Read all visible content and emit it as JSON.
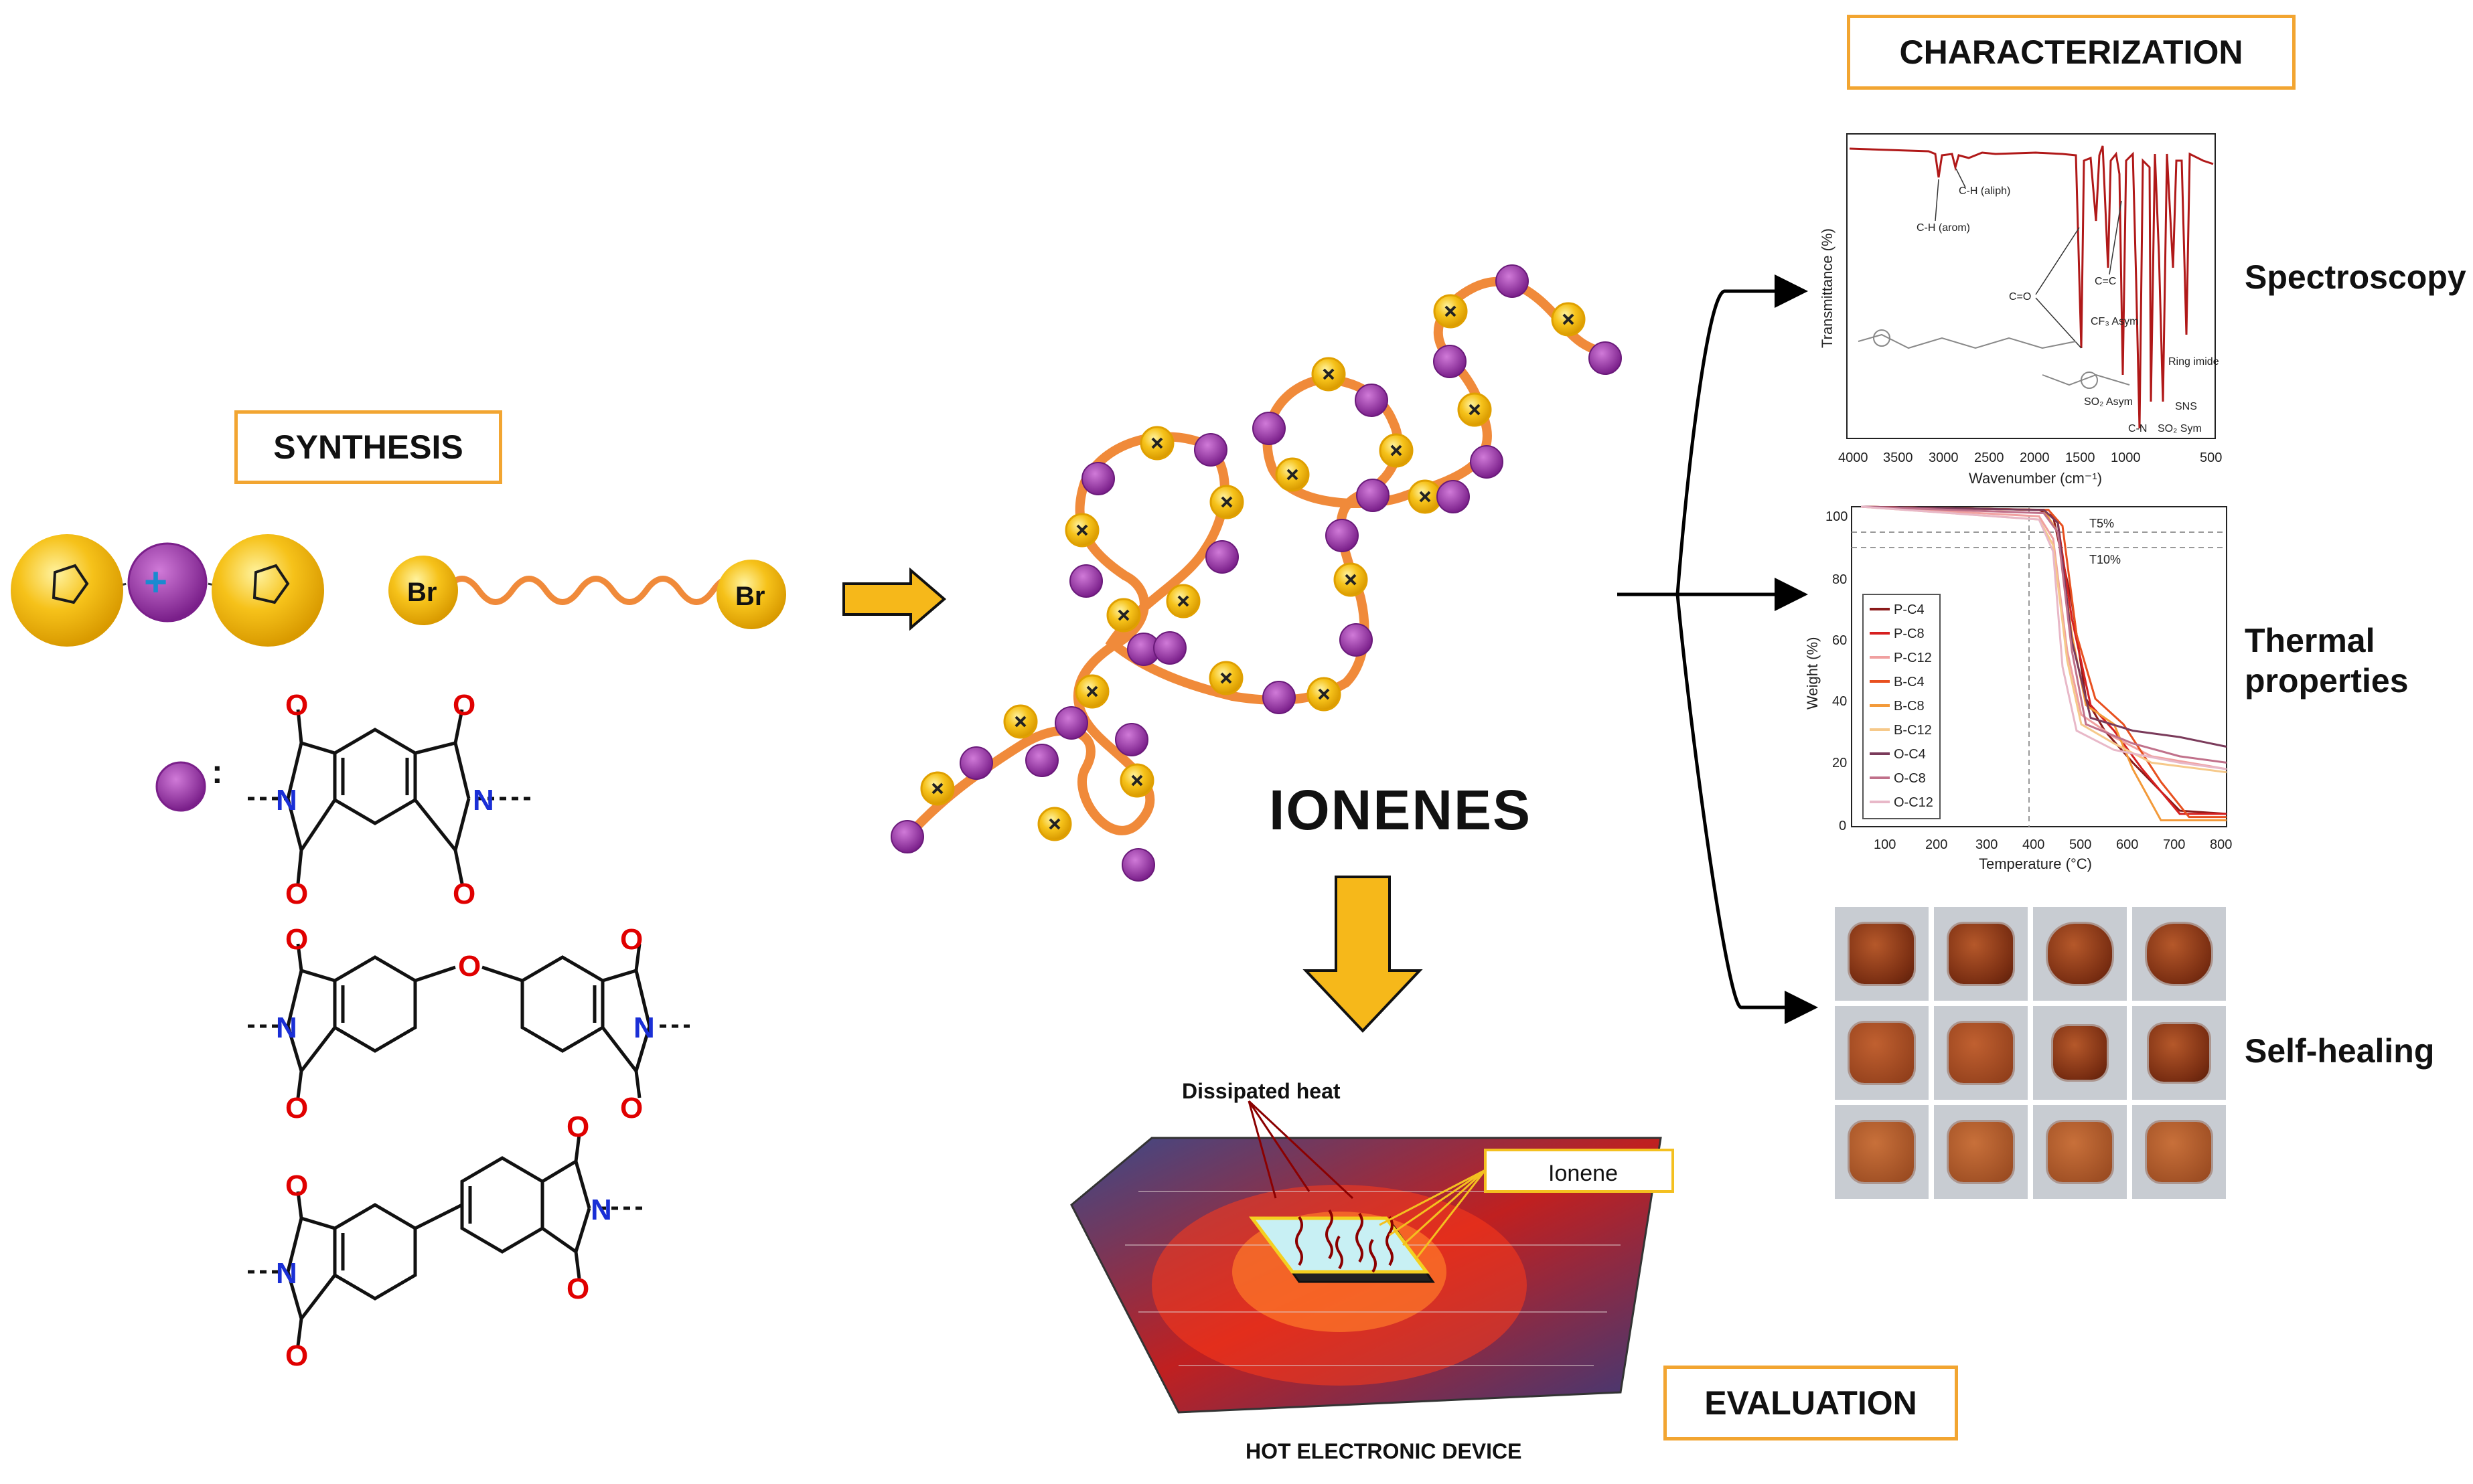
{
  "labels": {
    "synthesis": "SYNTHESIS",
    "characterization": "CHARACTERIZATION",
    "evaluation": "EVALUATION",
    "ionenes": "IONENES",
    "spectroscopy": "Spectroscopy",
    "thermal": "Thermal properties",
    "self_healing": "Self-healing",
    "dissipated_heat": "Dissipated heat",
    "ionene": "Ionene",
    "hot_device": "HOT ELECTRONIC DEVICE"
  },
  "synthesis": {
    "plus": "+",
    "br_left": "Br",
    "br_right": "Br",
    "colon": ":",
    "atom_N": "N",
    "atom_O": "O"
  },
  "chart_data": [
    {
      "type": "line",
      "xlabel": "Wavenumber (cm⁻¹)",
      "ylabel": "Transmittance (%)",
      "xlim": [
        4000,
        500
      ],
      "x_ticks": [
        "4000",
        "3500",
        "3000",
        "2500",
        "2000",
        "1500",
        "1000",
        "500"
      ],
      "annotations": [
        "C-H (arom)",
        "C-H (aliph)",
        "C=O",
        "C=C",
        "CF₃ Asym",
        "SO₂ Asym",
        "C-N",
        "SO₂ Sym",
        "SNS",
        "Ring imide"
      ]
    },
    {
      "type": "line",
      "xlabel": "Temperature (°C)",
      "ylabel": "Weight (%)",
      "xlim": [
        0,
        800
      ],
      "ylim": [
        0,
        100
      ],
      "x_ticks": [
        "100",
        "200",
        "300",
        "400",
        "500",
        "600",
        "700",
        "800"
      ],
      "y_ticks": [
        "0",
        "20",
        "40",
        "60",
        "80",
        "100"
      ],
      "annotations": [
        "T5%",
        "T10%"
      ],
      "series": [
        {
          "name": "P-C4",
          "color": "#8b1a1a"
        },
        {
          "name": "P-C8",
          "color": "#d62020"
        },
        {
          "name": "P-C12",
          "color": "#f0a0a0"
        },
        {
          "name": "B-C4",
          "color": "#e8501f"
        },
        {
          "name": "B-C8",
          "color": "#f39a3a"
        },
        {
          "name": "B-C12",
          "color": "#f6c98a"
        },
        {
          "name": "O-C4",
          "color": "#7a3a5a"
        },
        {
          "name": "O-C8",
          "color": "#c0708a"
        },
        {
          "name": "O-C12",
          "color": "#e8b8c8"
        }
      ]
    }
  ],
  "colors": {
    "gold": "#f6c21a",
    "purple": "#9b3aa8",
    "chain": "#f08a3a",
    "accent_border": "#f2a531",
    "red_O": "#e00000",
    "blue_N": "#1a2fd6"
  }
}
